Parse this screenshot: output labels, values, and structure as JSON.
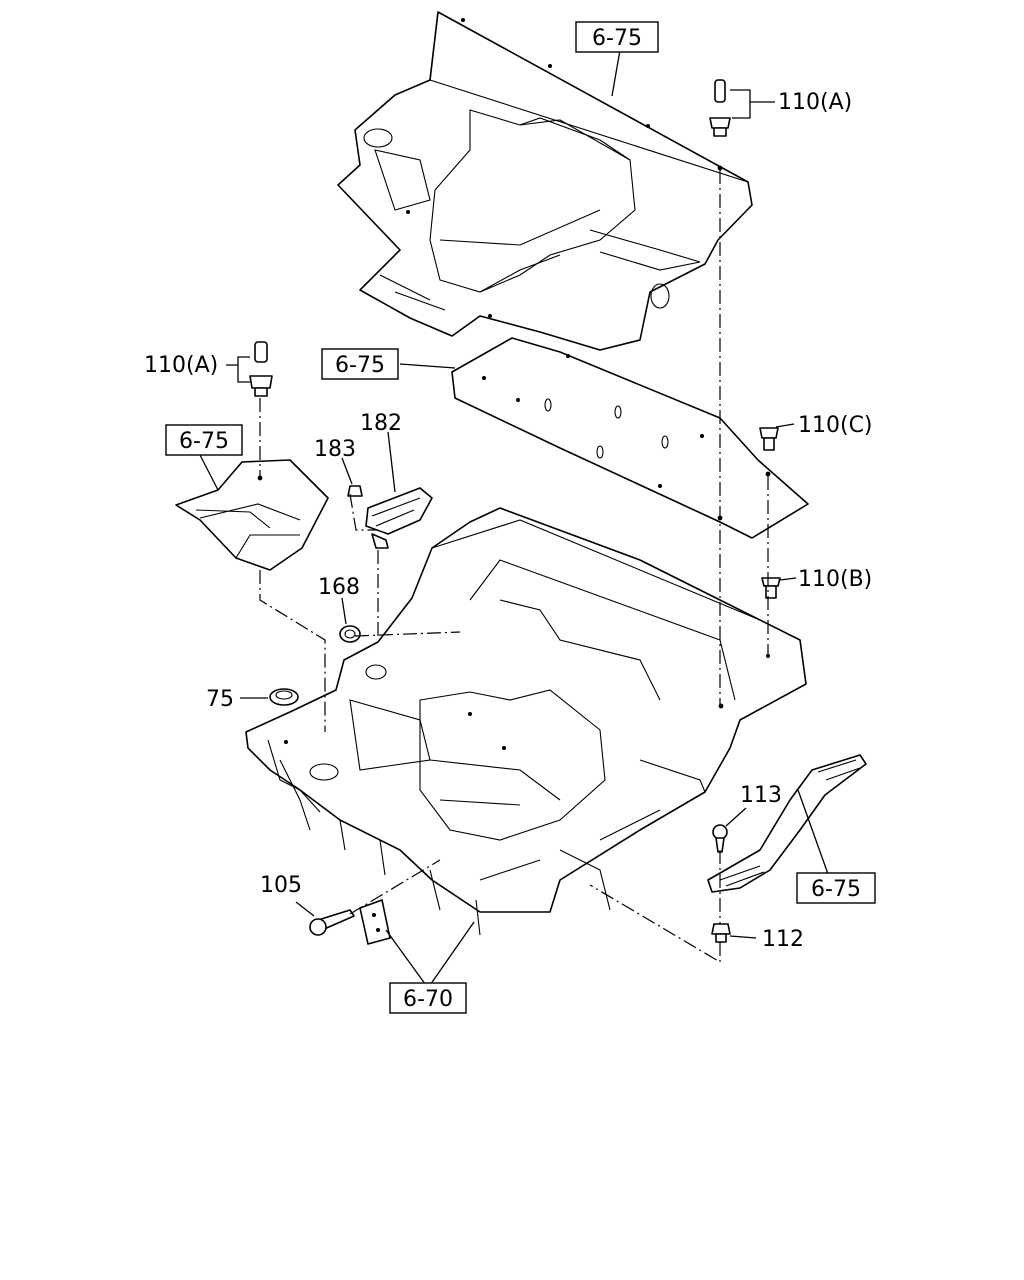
{
  "refs": {
    "top_panel": "6-75",
    "middle_plate": "6-75",
    "left_panel": "6-75",
    "side_step": "6-75",
    "front_brackets": "6-70"
  },
  "parts": {
    "p110a_top": "110(A)",
    "p110a_left": "110(A)",
    "p110c": "110(C)",
    "p110b": "110(B)",
    "p182": "182",
    "p183": "183",
    "p168": "168",
    "p75": "75",
    "p113": "113",
    "p112": "112",
    "p105": "105"
  }
}
